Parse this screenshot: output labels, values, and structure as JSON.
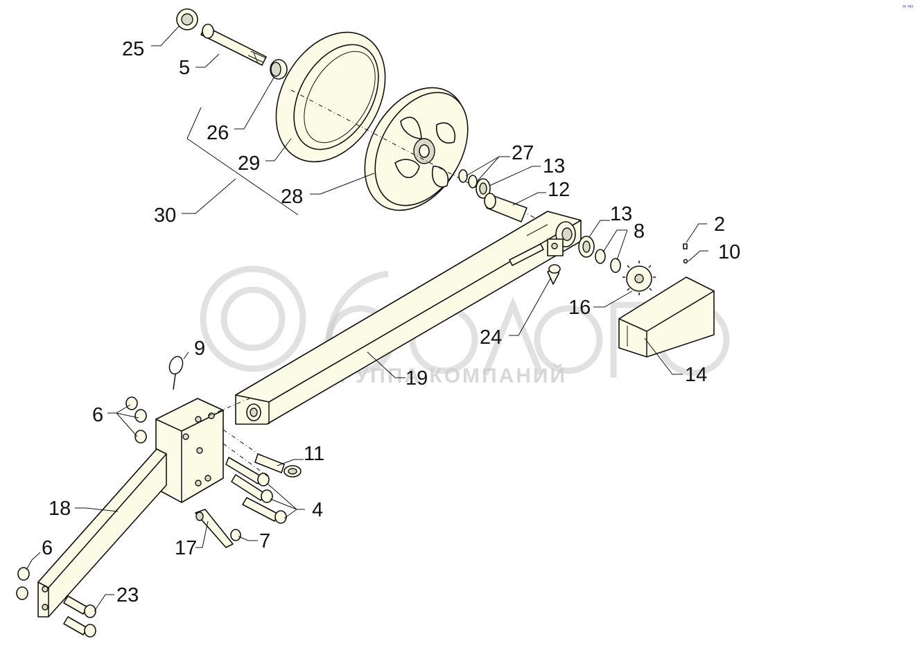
{
  "corner_mark": "ᵃᵒ ᵃᵃᵃ",
  "watermark": {
    "brand": "белагро",
    "subtitle": "ГРУППА КОМПАНИЙ"
  },
  "callouts": {
    "c25": "25",
    "c5": "5",
    "c26": "26",
    "c29": "29",
    "c30": "30",
    "c28": "28",
    "c27": "27",
    "c13a": "13",
    "c12": "12",
    "c13b": "13",
    "c8": "8",
    "c2": "2",
    "c10": "10",
    "c16": "16",
    "c24": "24",
    "c14": "14",
    "c19": "19",
    "c9": "9",
    "c6a": "6",
    "c11": "11",
    "c4": "4",
    "c18": "18",
    "c17": "17",
    "c7": "7",
    "c6b": "6",
    "c23": "23"
  }
}
